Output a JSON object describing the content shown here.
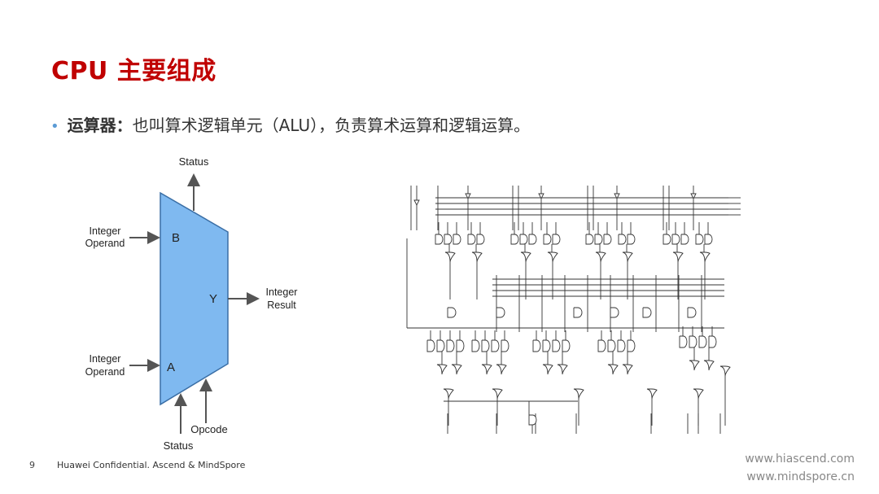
{
  "slide": {
    "title": "CPU 主要组成",
    "bullet_term": "运算器：",
    "bullet_text": "也叫算术逻辑单元（ALU），负责算术运算和逻辑运算。"
  },
  "alu": {
    "status_top": "Status",
    "input_b_label_1": "Integer",
    "input_b_label_2": "Operand",
    "port_b": "B",
    "output_y_label_1": "Integer",
    "output_y_label_2": "Result",
    "port_y": "Y",
    "input_a_label_1": "Integer",
    "input_a_label_2": "Operand",
    "port_a": "A",
    "opcode": "Opcode",
    "status_bottom": "Status",
    "fill_color": "#7fb9f0"
  },
  "footer": {
    "page_number": "9",
    "confidential": "Huawei Confidential. Ascend & MindSpore",
    "site1": "www.hiascend.com",
    "site2": "www.mindspore.cn"
  }
}
